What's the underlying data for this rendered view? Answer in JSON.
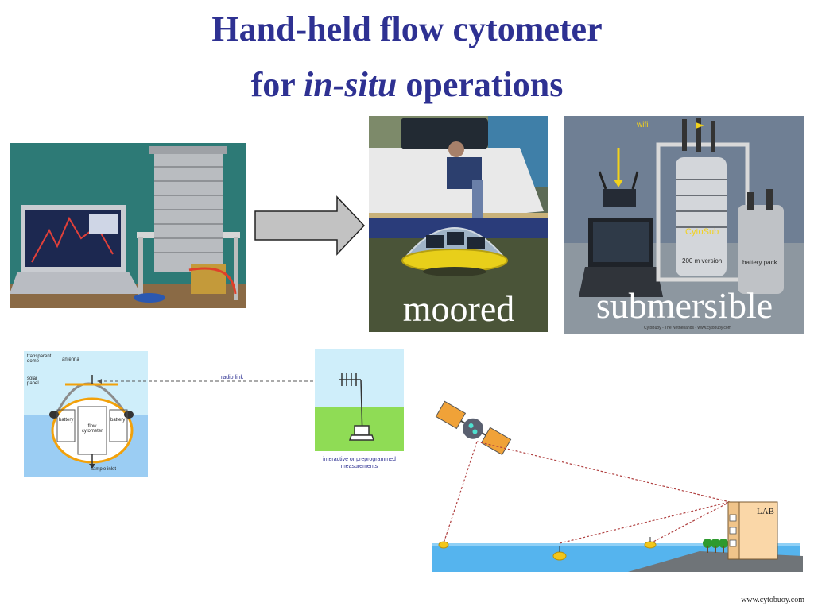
{
  "title": {
    "line1": "Hand-held flow cytometer",
    "line2_prefix": "for ",
    "line2_italic": "in-situ",
    "line2_suffix": " operations"
  },
  "photos": {
    "moored_caption": "moored",
    "submersible_caption": "submersible",
    "submersible_labels": {
      "wifi": "wifi",
      "brand": "CytoSub",
      "version": "200 m version",
      "battery": "battery pack",
      "credit": "CytoBuoy - The Netherlands - www.cytobuoy.com"
    }
  },
  "diagram": {
    "labels": {
      "dome": "transparent dome",
      "antenna": "antenna",
      "solar": "solar panel",
      "battery_left": "battery",
      "battery_right": "battery",
      "cytometer": "flow cytometer",
      "inlet": "sample inlet",
      "radio": "radio link",
      "measure_line1": "interactive or preprogrammed",
      "measure_line2": "measurements"
    }
  },
  "network": {
    "lab_label": "LAB"
  },
  "footer": {
    "url": "www.cytobuoy.com"
  },
  "colors": {
    "title": "#2e3192",
    "water": "#55b4ee",
    "sky_panel": "#cfeefa",
    "grass": "#8fdc55"
  }
}
